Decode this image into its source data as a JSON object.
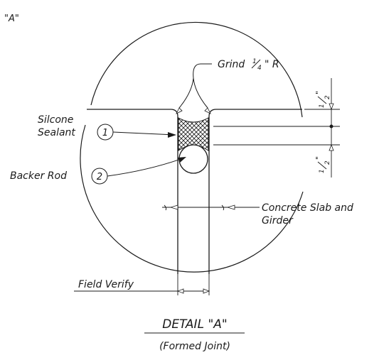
{
  "corner_label": "\"A\"",
  "grind_label": "Grind",
  "grind_fraction_num": "1",
  "grind_fraction_den": "4",
  "grind_suffix": "\" R",
  "silicone_label_line1": "Silcone",
  "silicone_label_line2": "Sealant",
  "callout_1": "1",
  "backer_rod_label": "Backer Rod",
  "callout_2": "2",
  "concrete_label_line1": "Concrete Slab and",
  "concrete_label_line2": "Girder",
  "field_verify_label": "Field Verify",
  "dim_upper_num": "1",
  "dim_upper_den": "2",
  "dim_upper_unit": "\"",
  "dim_lower_num": "1",
  "dim_lower_den": "2",
  "dim_lower_unit": "\"",
  "detail_title": "DETAIL \"A\"",
  "detail_subtitle": "(Formed Joint)"
}
